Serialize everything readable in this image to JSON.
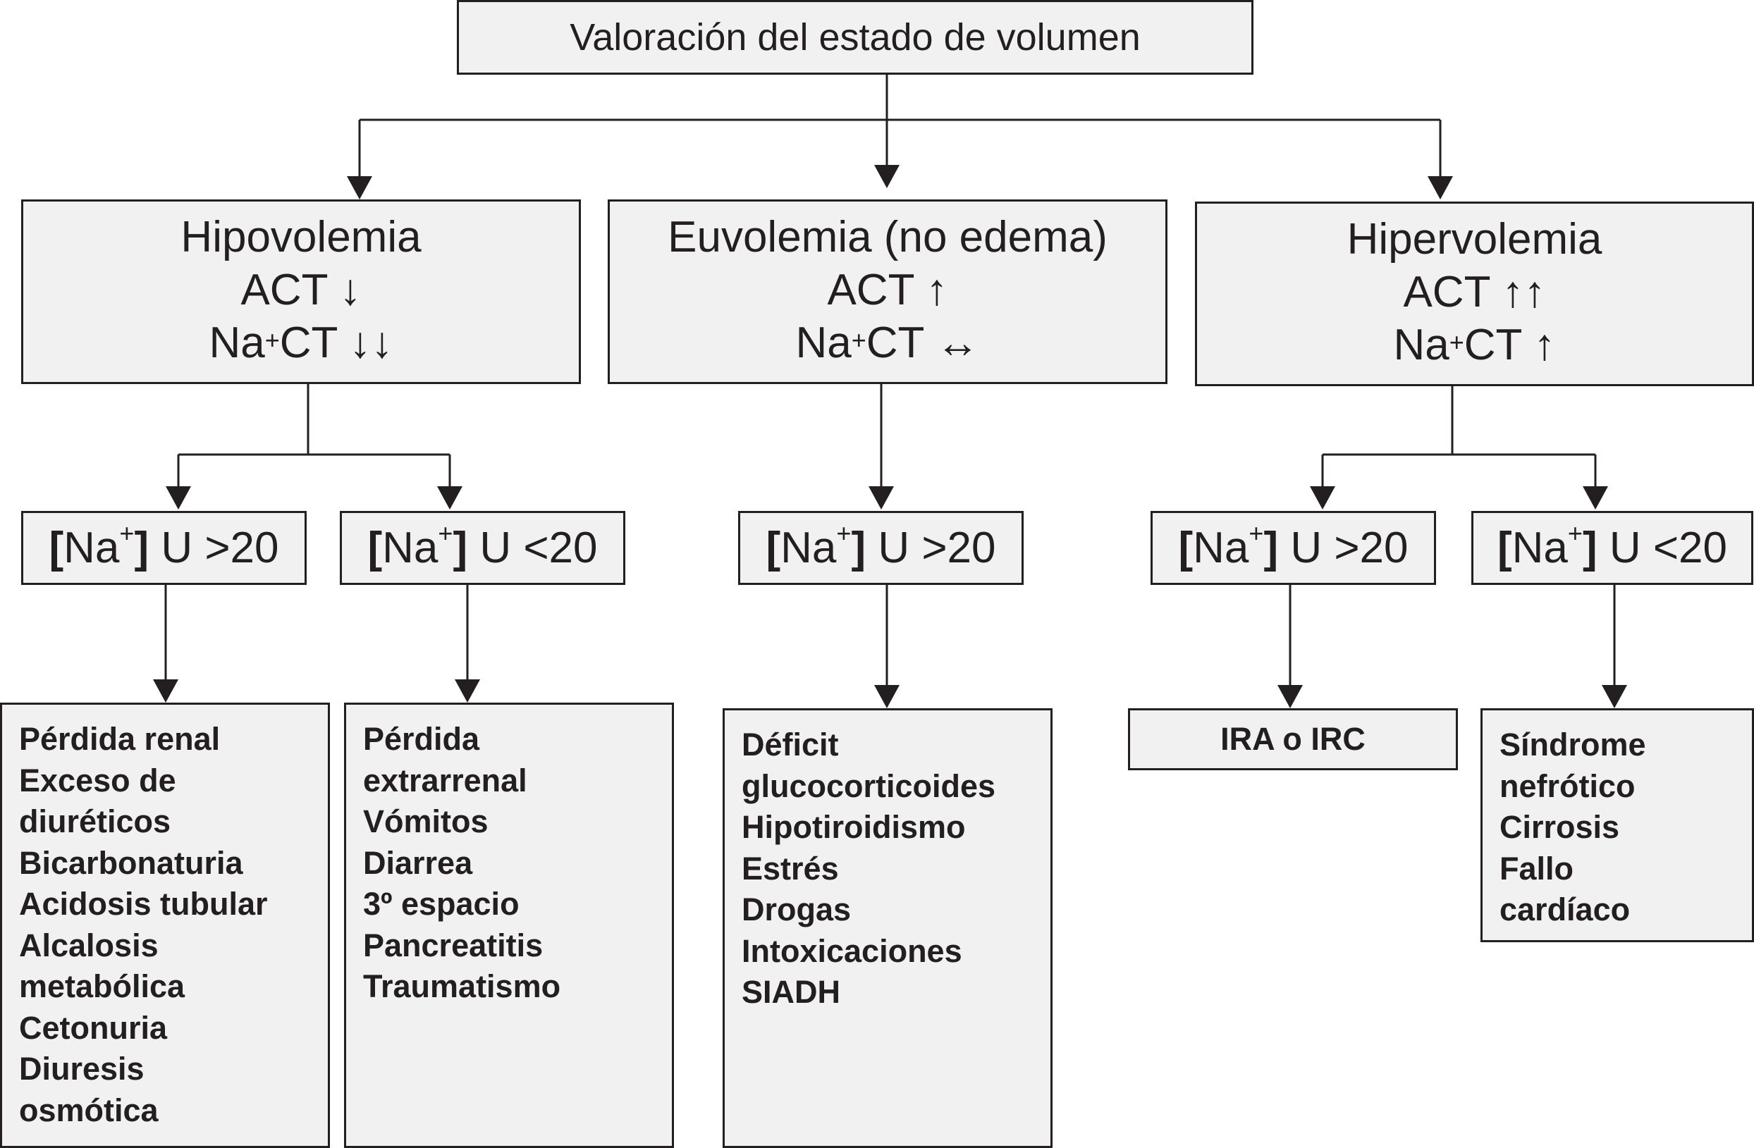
{
  "root": {
    "label": "Valoración del estado de volumen"
  },
  "categories": [
    {
      "name": "Hipovolemia",
      "act": "ACT ↓",
      "na_base": "Na",
      "na_sup": "+",
      "na_rest": "CT ↓↓"
    },
    {
      "name": "Euvolemia (no edema)",
      "act": "ACT ↑",
      "na_base": "Na",
      "na_sup": "+",
      "na_rest": "CT ↔"
    },
    {
      "name": "Hipervolemia",
      "act": "ACT ↑↑",
      "na_base": "Na",
      "na_sup": "+",
      "na_rest": "CT ↑"
    }
  ],
  "conditions": [
    {
      "open": "[",
      "na": "Na",
      "sup": "+",
      "close": "]",
      "rest": " U >20"
    },
    {
      "open": "[",
      "na": "Na",
      "sup": "+",
      "close": "]",
      "rest": " U <20"
    },
    {
      "open": "[",
      "na": "Na",
      "sup": "+",
      "close": "]",
      "rest": " U >20"
    },
    {
      "open": "[",
      "na": "Na",
      "sup": "+",
      "close": "]",
      "rest": " U >20"
    },
    {
      "open": "[",
      "na": "Na",
      "sup": "+",
      "close": "]",
      "rest": " U <20"
    }
  ],
  "causes": [
    [
      "Pérdida renal",
      "Exceso de",
      "diuréticos",
      "Bicarbonaturia",
      "Acidosis tubular",
      "Alcalosis",
      "metabólica",
      "Cetonuria",
      "Diuresis",
      "osmótica"
    ],
    [
      "Pérdida",
      "extrarrenal",
      "Vómitos",
      "Diarrea",
      "3º espacio",
      "Pancreatitis",
      "Traumatismo"
    ],
    [
      "Déficit",
      "glucocorticoides",
      "Hipotiroidismo",
      "Estrés",
      "Drogas",
      "Intoxicaciones",
      "SIADH"
    ],
    [
      "IRA o IRC"
    ],
    [
      "Síndrome",
      "nefrótico",
      "Cirrosis",
      "Fallo",
      "cardíaco"
    ]
  ]
}
